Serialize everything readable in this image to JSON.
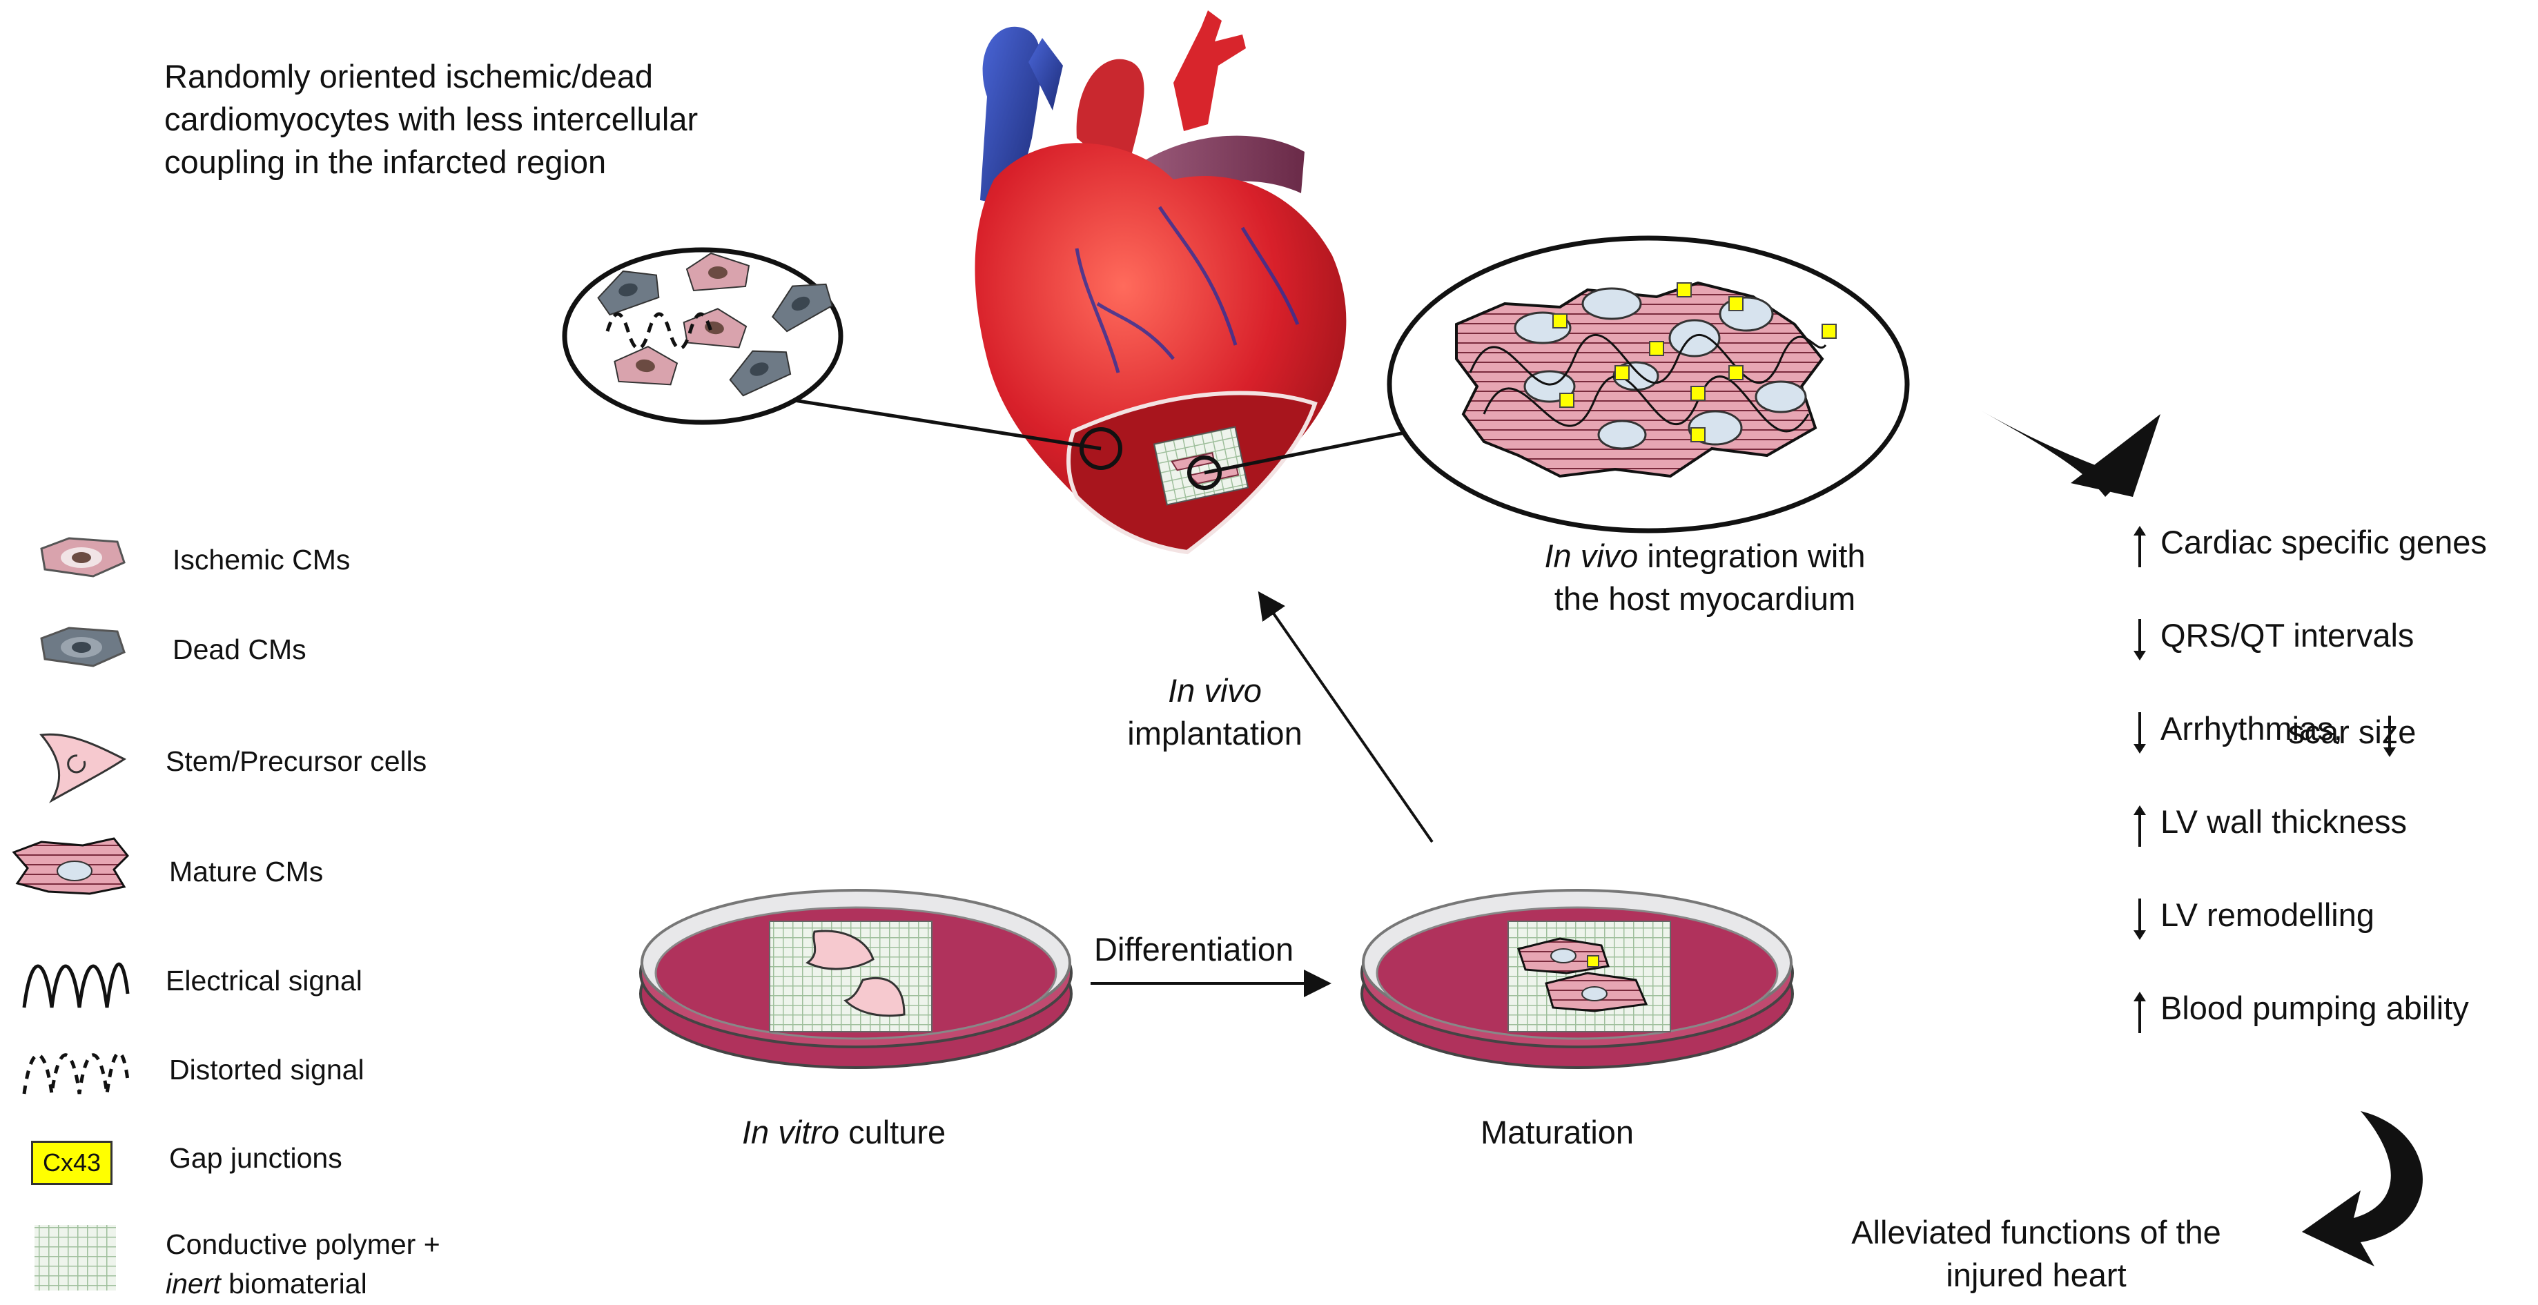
{
  "infarct_note": {
    "line1": "Randomly oriented ischemic/dead",
    "line2": "cardiomyocytes with less intercellular",
    "line3": "coupling in the infarcted region"
  },
  "integration": {
    "italic": "In vivo",
    "line1_rest": " integration with",
    "line2": "the host myocardium"
  },
  "implantation": {
    "italic": "In vivo",
    "line2": "implantation"
  },
  "differentiation": "Differentiation",
  "culture": {
    "italic": "In vitro",
    "rest": " culture"
  },
  "maturation": "Maturation",
  "outcomes": [
    {
      "direction": "up",
      "text": "Cardiac specific genes"
    },
    {
      "direction": "down",
      "text": "QRS/QT intervals"
    },
    {
      "direction": "down",
      "text": "Arrhythmias,"
    },
    {
      "direction": "up",
      "text": "LV wall thickness"
    },
    {
      "direction": "down",
      "text": "LV remodelling"
    },
    {
      "direction": "up",
      "text": "Blood pumping ability"
    }
  ],
  "outcome_extra": {
    "direction": "down",
    "text": "scar size"
  },
  "result": {
    "line1": "Alleviated functions of the",
    "line2": "injured heart"
  },
  "legend": {
    "ischemic": "Ischemic CMs",
    "dead": "Dead CMs",
    "stem": "Stem/Precursor cells",
    "mature": "Mature CMs",
    "electrical": "Electrical signal",
    "distorted": "Distorted signal",
    "gap": "Gap junctions",
    "gap_badge": "Cx43",
    "polymer_line1": "Conductive polymer +",
    "polymer_italic": "inert",
    "polymer_rest": " biomaterial"
  },
  "colors": {
    "dish_fill": "#b0325c",
    "mature_cell": "#e7a6b3",
    "ischemic_cell": "#d9a3ad",
    "dead_cell": "#6e7a86",
    "stem_cell": "#f6c9cf",
    "gap_junction": "#ffff00",
    "heart_red": "#d8202a",
    "vessel_blue": "#283e9a"
  }
}
